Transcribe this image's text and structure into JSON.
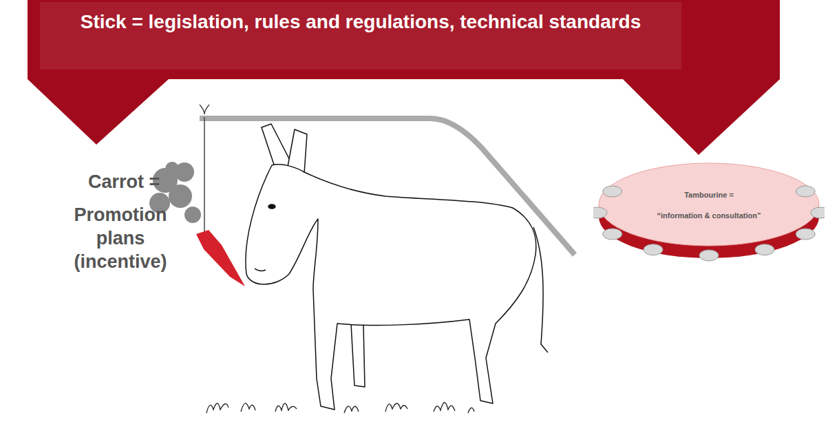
{
  "diagram": {
    "nodes": [
      {
        "text": [
          "Stick = legislation, rules and regulations, technical standards"
        ]
      },
      {
        "text": [
          "Tambourine =",
          "“information & consultation”"
        ]
      }
    ],
    "edges": [],
    "labels": [
      "Carrot =",
      "Promotion plans (incentive)"
    ]
  }
}
